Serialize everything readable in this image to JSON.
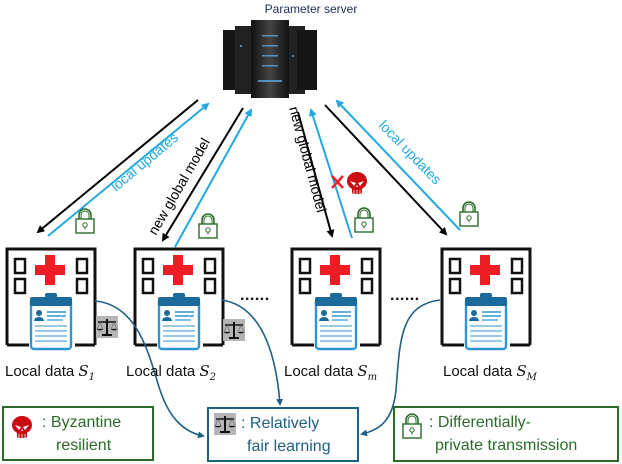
{
  "diagram": {
    "title": "Parameter server",
    "arrow_labels": {
      "local_updates": "local updates",
      "new_global_model": "new global model"
    },
    "dots": "......",
    "clients": [
      {
        "label": "Local data ",
        "symbol": "S",
        "subscript": "1",
        "has_lock": true,
        "has_scale": true,
        "byzantine": false
      },
      {
        "label": "Local data ",
        "symbol": "S",
        "subscript": "2",
        "has_lock": true,
        "has_scale": true,
        "byzantine": false
      },
      {
        "label": "Local data ",
        "symbol": "S",
        "subscript": "m",
        "has_lock": true,
        "has_scale": false,
        "byzantine": true
      },
      {
        "label": "Local data ",
        "symbol": "S",
        "subscript": "M",
        "has_lock": true,
        "has_scale": false,
        "byzantine": false
      }
    ],
    "legend": {
      "byzantine": {
        "line1": ": Byzantine",
        "line2": "resilient"
      },
      "fair": {
        "line1": ": Relatively",
        "line2": "fair learning"
      },
      "private": {
        "line1": ": Differentially-",
        "line2": "private transmission"
      }
    },
    "colors": {
      "upload": "#22a9e0",
      "download": "#000000",
      "lock": "#2a6b2a",
      "legend_green": "#2a6b2a",
      "legend_blue": "#1e5f86",
      "cross": "#e8212b",
      "skull": "#cc0a12"
    }
  }
}
